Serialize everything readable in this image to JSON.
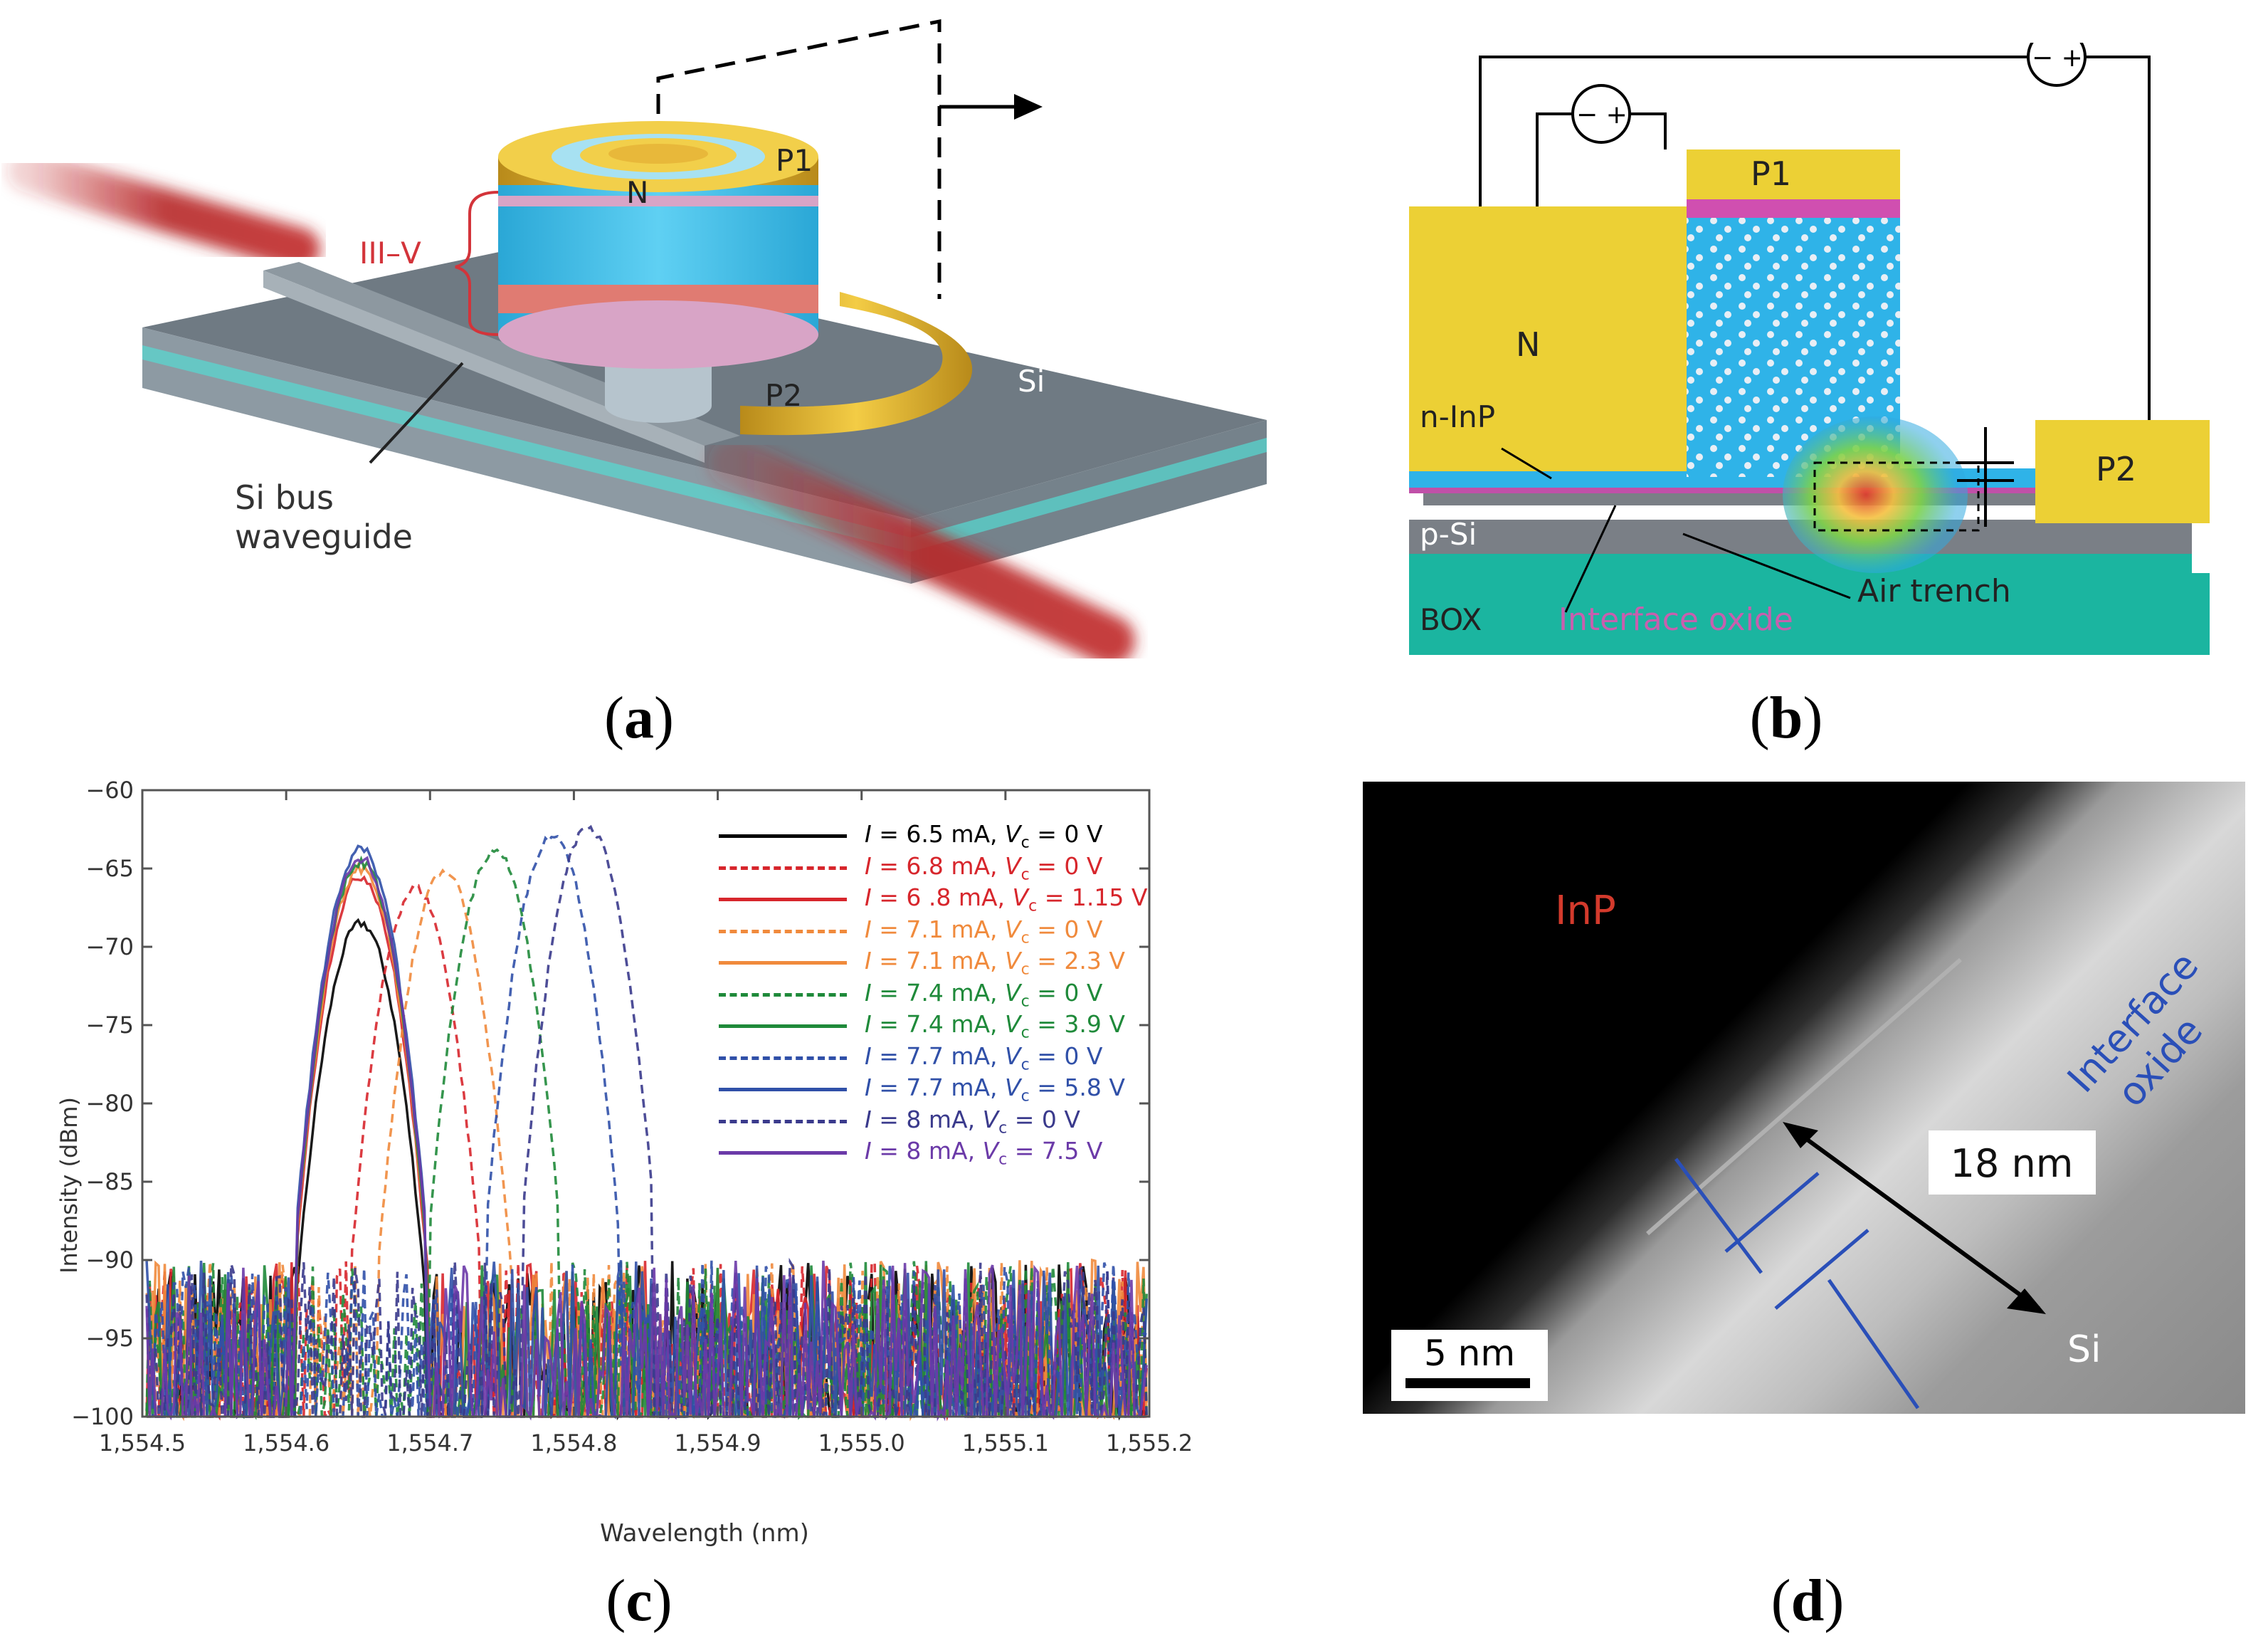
{
  "panel_a": {
    "labels": {
      "n": "N",
      "p1": "P1",
      "p2": "P2",
      "si": "Si",
      "iiiv": "III–V",
      "bus_line1": "Si bus",
      "bus_line2": "waveguide"
    },
    "caption": "a"
  },
  "panel_b": {
    "labels": {
      "n": "N",
      "p1": "P1",
      "p2": "P2",
      "ninp": "n-InP",
      "psi": "p-Si",
      "box": "BOX",
      "air_trench": "Air trench",
      "interface_oxide": "Interface oxide",
      "source_sign": "− +"
    },
    "caption": "b"
  },
  "panel_c": {
    "caption": "c",
    "chart_data": {
      "type": "line",
      "xlabel": "Wavelength (nm)",
      "ylabel": "Intensity (dBm)",
      "xlim": [
        1554.5,
        1555.2
      ],
      "ylim": [
        -100,
        -60
      ],
      "x_ticks": [
        "1,554.5",
        "1,554.6",
        "1,554.7",
        "1,554.8",
        "1,554.9",
        "1,555.0",
        "1,555.1",
        "1,555.2"
      ],
      "x_tick_values": [
        1554.5,
        1554.6,
        1554.7,
        1554.8,
        1554.9,
        1555.0,
        1555.1,
        1555.2
      ],
      "y_ticks": [
        "−60",
        "−65",
        "−70",
        "−75",
        "−80",
        "−85",
        "−90",
        "−95",
        "−100"
      ],
      "y_tick_values": [
        -60,
        -65,
        -70,
        -75,
        -80,
        -85,
        -90,
        -95,
        -100
      ],
      "legend_position": "top-right",
      "series": [
        {
          "I": "6.5 mA",
          "Vc": "0 V",
          "color": "#000000",
          "dashed": false,
          "center": 1554.652,
          "peak": -68.5
        },
        {
          "I": "6.8 mA",
          "Vc": "0 V",
          "color": "#d7262c",
          "dashed": true,
          "center": 1554.69,
          "peak": -66.3
        },
        {
          "I": "6 .8 mA",
          "Vc": "1.15 V",
          "color": "#d7262c",
          "dashed": false,
          "center": 1554.652,
          "peak": -65.5
        },
        {
          "I": "7.1 mA",
          "Vc": "0 V",
          "color": "#f08a3c",
          "dashed": true,
          "center": 1554.71,
          "peak": -65.2
        },
        {
          "I": "7.1 mA",
          "Vc": "2.3 V",
          "color": "#f08a3c",
          "dashed": false,
          "center": 1554.652,
          "peak": -65.0
        },
        {
          "I": "7.4 mA",
          "Vc": "0 V",
          "color": "#1f8a3a",
          "dashed": true,
          "center": 1554.745,
          "peak": -63.8
        },
        {
          "I": "7.4 mA",
          "Vc": "3.9 V",
          "color": "#1f8a3a",
          "dashed": false,
          "center": 1554.652,
          "peak": -64.6
        },
        {
          "I": "7.7 mA",
          "Vc": "0 V",
          "color": "#3050a8",
          "dashed": true,
          "center": 1554.785,
          "peak": -62.9
        },
        {
          "I": "7.7 mA",
          "Vc": "5.8 V",
          "color": "#3050a8",
          "dashed": false,
          "center": 1554.652,
          "peak": -63.8
        },
        {
          "I": "8 mA",
          "Vc": "0 V",
          "color": "#3a3a8c",
          "dashed": true,
          "center": 1554.81,
          "peak": -62.4
        },
        {
          "I": "8 mA",
          "Vc": "7.5 V",
          "color": "#6b3aa8",
          "dashed": false,
          "center": 1554.652,
          "peak": -64.4
        }
      ]
    }
  },
  "panel_d": {
    "caption": "d",
    "labels": {
      "inp": "InP",
      "interface_line1": "Interface",
      "interface_line2": "oxide",
      "thickness": "18 nm",
      "si": "Si",
      "scale_bar": "5 nm"
    },
    "colors": {
      "inp": "#d33a2c",
      "oxide": "#2a4fb8"
    }
  }
}
